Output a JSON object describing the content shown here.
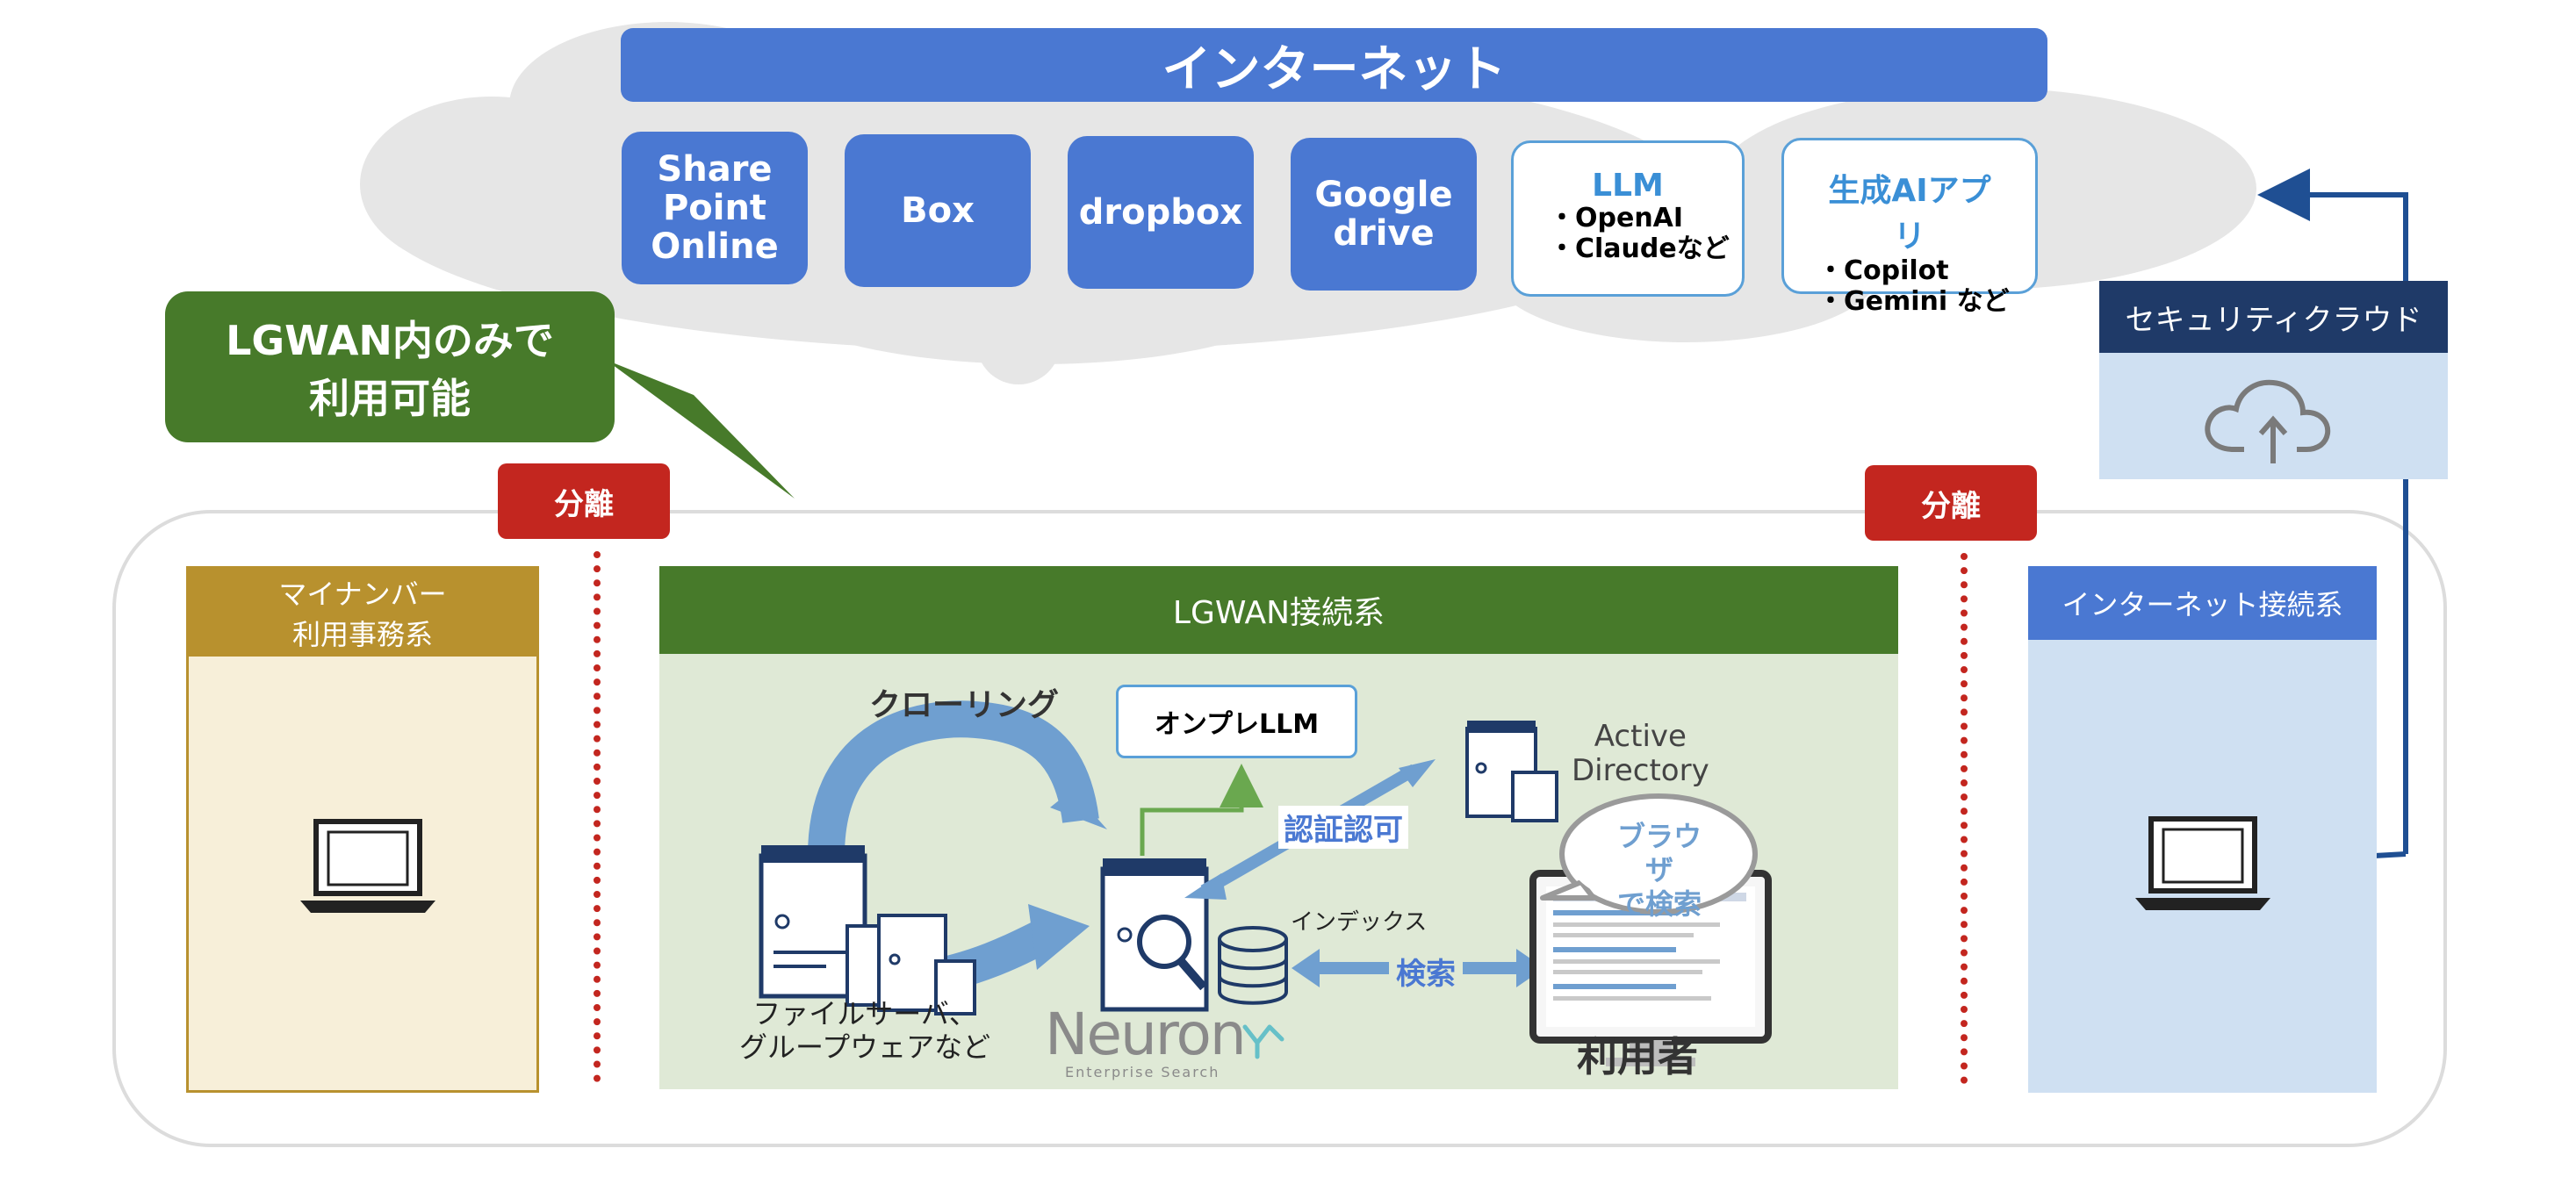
{
  "internet": {
    "title": "インターネット",
    "services": [
      {
        "label": "Share\nPoint\nOnline"
      },
      {
        "label": "Box"
      },
      {
        "label": "dropbox"
      },
      {
        "label": "Google\ndrive"
      }
    ],
    "llm": {
      "title": "LLM",
      "items": [
        "・OpenAI",
        "・Claudeなど"
      ]
    },
    "genai": {
      "title": "生成AIアプリ",
      "items": [
        "・Copilot",
        "・Gemini など"
      ]
    }
  },
  "callout": {
    "line1": "LGWAN内のみで",
    "line2": "利用可能"
  },
  "separator_label": "分離",
  "security_cloud": {
    "title": "セキュリティクラウド"
  },
  "mynumber": {
    "line1": "マイナンバー",
    "line2": "利用事務系"
  },
  "lgwan": {
    "title": "LGWAN接続系",
    "crawling": "クローリング",
    "onprem_llm": "オンプレLLM",
    "active_directory": {
      "line1": "Active",
      "line2": "Directory"
    },
    "auth": "認証認可",
    "index": "インデックス",
    "search": "検索",
    "bubble": {
      "line1": "ブラウザ",
      "line2": "で検索"
    },
    "file_server": {
      "line1": "ファイルサーバ、",
      "line2": "グループウェアなど"
    },
    "neuron": {
      "logo": "Neuron",
      "sub": "Enterprise Search"
    },
    "user": "利用者"
  },
  "internet_connected": {
    "title": "インターネット接続系"
  },
  "colors": {
    "blue": "#4a78d2",
    "green": "#477a2a",
    "gold": "#b8912e",
    "red": "#c3261f",
    "navy": "#1f3a68",
    "light_green": "#dfe9d6",
    "light_blue": "#cfe0f2",
    "cream": "#f7efd9"
  }
}
